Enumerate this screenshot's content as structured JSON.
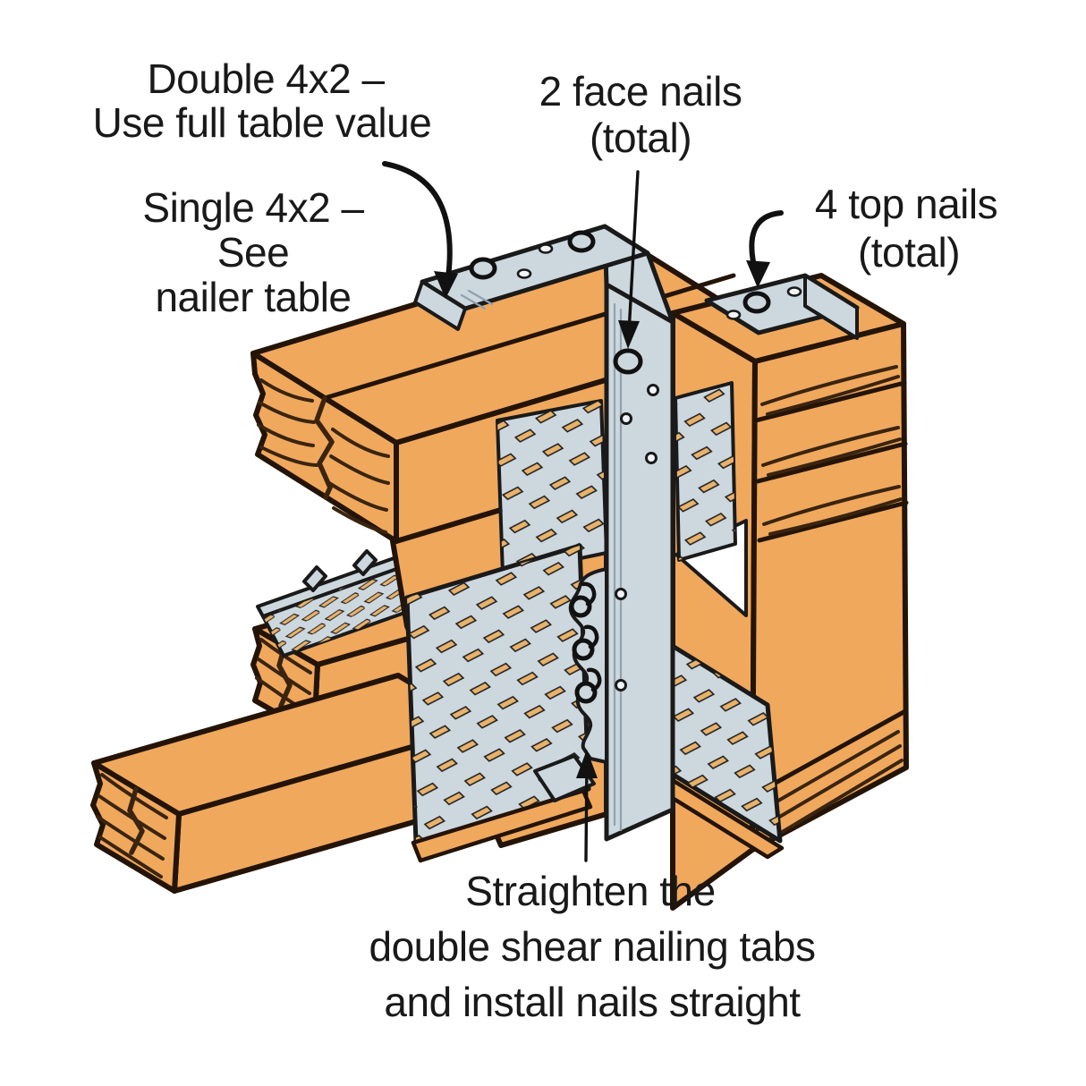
{
  "labels": {
    "double_nailer": {
      "line1": "Double 4x2 –",
      "line2": "Use full table value"
    },
    "single_nailer": {
      "line1": "Single 4x2 –",
      "line2": "See",
      "line3": "nailer table"
    },
    "face_nails": {
      "line1": "2 face nails",
      "line2": "(total)"
    },
    "top_nails": {
      "line1": "4 top nails",
      "line2": "(total)"
    },
    "straighten": {
      "line1": "Straighten the",
      "line2": "double shear nailing tabs",
      "line3": "and install nails straight"
    }
  },
  "colors": {
    "background": "#ffffff",
    "wood": "#f0a85d",
    "wood_outline": "#241407",
    "grain": "#3a2410",
    "metal": "#cdd7de",
    "metal_outline": "#1a1a1a",
    "slot": "#e9b26a",
    "hole": "#f2f5f7",
    "text": "#191919",
    "arrow": "#111111"
  }
}
